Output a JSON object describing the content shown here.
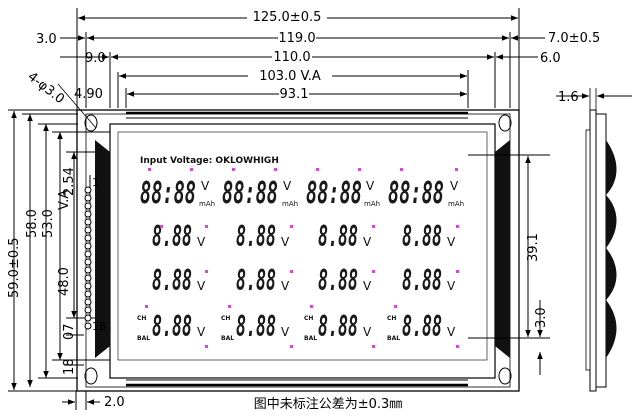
{
  "dimensions": {
    "overall_width": "125.0±0.5",
    "window_width": "119.0",
    "view_width": "110.0",
    "active_width": "103.0 V.A",
    "pixel_width": "93.1",
    "left_offset_3": "3.0",
    "left_offset_9": "9.0",
    "hole_offset": "4.90",
    "right_offset_7": "7.0±0.5",
    "right_offset_6": "6.0",
    "thickness": "1.6",
    "hole_spec": "4-φ3.0",
    "overall_height": "59.0±0.5",
    "height_58": "58.0",
    "height_53": "53.0",
    "height_va": "V.A",
    "height_48": "48.0",
    "pin_pitch": "2.54",
    "bottom_07": "07",
    "bottom_18": "18",
    "bottom_2": "2.0",
    "right_39": "39.1",
    "right_3": "3.0"
  },
  "lcd": {
    "header": "Input Voltage: OKLOWHIGH",
    "big_digits": "88:88",
    "small_digits": "8.88",
    "unit_v": "V",
    "unit_mah": "mAh",
    "ch_label": "CH",
    "bal_label": "BAL",
    "pin_labels": [
      "1",
      "18"
    ]
  },
  "note": "图中未标注公差为±0.3㎜"
}
